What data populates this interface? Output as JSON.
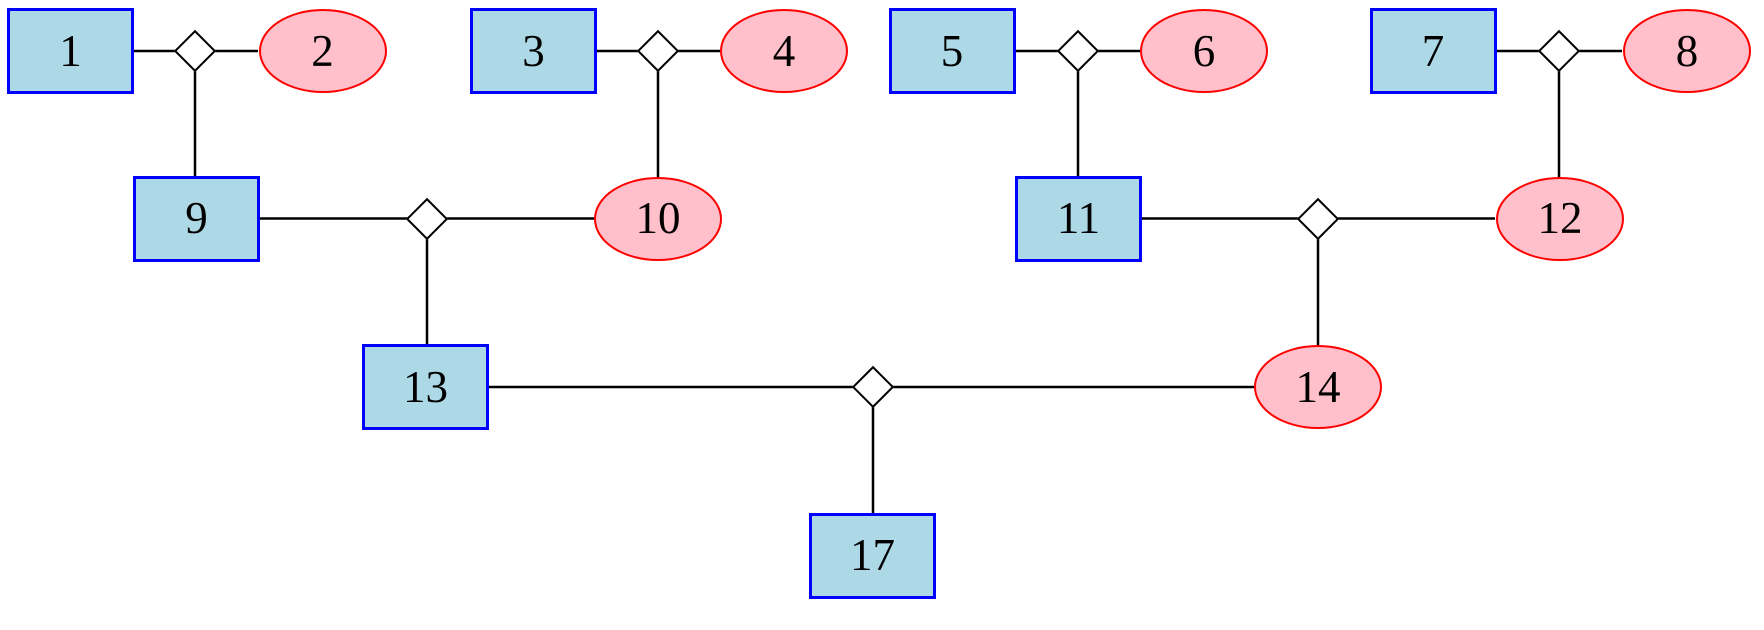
{
  "diagram": {
    "type": "family-tree",
    "colors": {
      "male_fill": "#ADD8E6",
      "male_border": "#0000FF",
      "female_fill": "#FFC0CB",
      "female_border": "#FF0000",
      "union_fill": "#FFFFFF",
      "union_border": "#000000",
      "edge": "#000000",
      "label_text": "#000000",
      "background": "#FFFFFF"
    },
    "persons": [
      {
        "label": "1",
        "shape": "rect"
      },
      {
        "label": "2",
        "shape": "ellipse"
      },
      {
        "label": "3",
        "shape": "rect"
      },
      {
        "label": "4",
        "shape": "ellipse"
      },
      {
        "label": "5",
        "shape": "rect"
      },
      {
        "label": "6",
        "shape": "ellipse"
      },
      {
        "label": "7",
        "shape": "rect"
      },
      {
        "label": "8",
        "shape": "ellipse"
      },
      {
        "label": "9",
        "shape": "rect"
      },
      {
        "label": "10",
        "shape": "ellipse"
      },
      {
        "label": "11",
        "shape": "rect"
      },
      {
        "label": "12",
        "shape": "ellipse"
      },
      {
        "label": "13",
        "shape": "rect"
      },
      {
        "label": "14",
        "shape": "ellipse"
      },
      {
        "label": "17",
        "shape": "rect"
      }
    ],
    "unions": [
      {
        "partners": [
          "1",
          "2"
        ],
        "children": [
          "9"
        ]
      },
      {
        "partners": [
          "3",
          "4"
        ],
        "children": [
          "10"
        ]
      },
      {
        "partners": [
          "5",
          "6"
        ],
        "children": [
          "11"
        ]
      },
      {
        "partners": [
          "7",
          "8"
        ],
        "children": [
          "12"
        ]
      },
      {
        "partners": [
          "9",
          "10"
        ],
        "children": [
          "13"
        ]
      },
      {
        "partners": [
          "11",
          "12"
        ],
        "children": [
          "14"
        ]
      },
      {
        "partners": [
          "13",
          "14"
        ],
        "children": [
          "17"
        ]
      }
    ]
  }
}
